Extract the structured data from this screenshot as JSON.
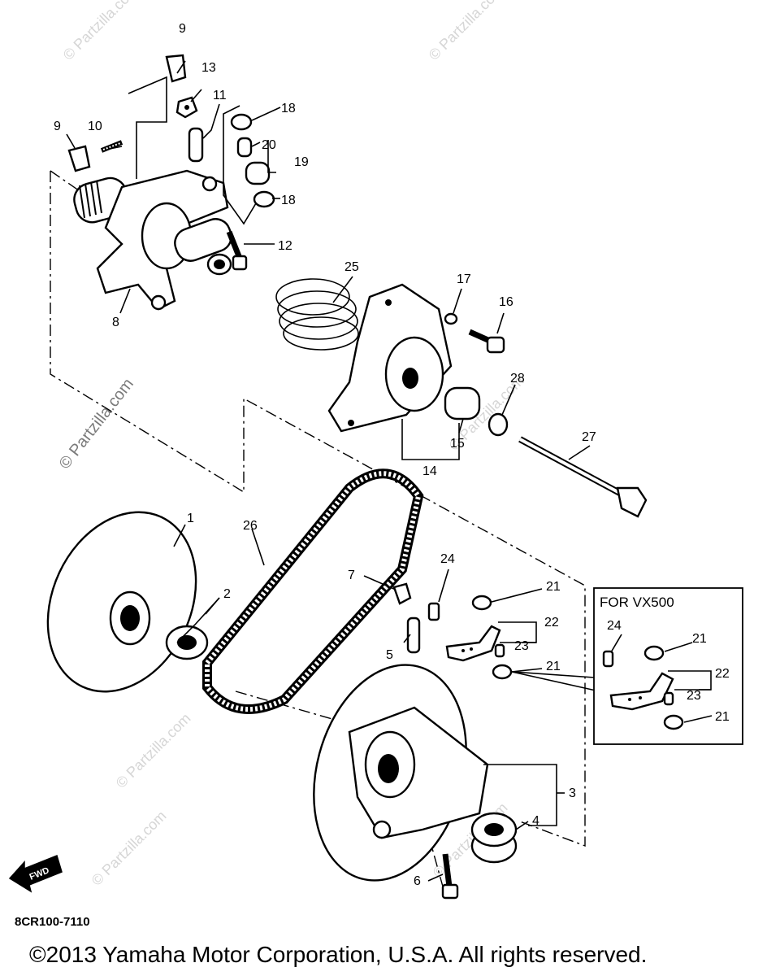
{
  "labels": {
    "n1": "1",
    "n2": "2",
    "n3": "3",
    "n4": "4",
    "n5": "5",
    "n6": "6",
    "n7": "7",
    "n8": "8",
    "n9a": "9",
    "n9b": "9",
    "n10": "10",
    "n11": "11",
    "n12": "12",
    "n13": "13",
    "n14": "14",
    "n15": "15",
    "n16": "16",
    "n17": "17",
    "n18a": "18",
    "n18b": "18",
    "n19": "19",
    "n20": "20",
    "n21a": "21",
    "n21b": "21",
    "n21c": "21",
    "n21d": "21",
    "n22a": "22",
    "n22b": "22",
    "n23a": "23",
    "n23b": "23",
    "n24a": "24",
    "n24b": "24",
    "n25": "25",
    "n26": "26",
    "n27": "27",
    "n28": "28"
  },
  "inset_box": {
    "title": "FOR VX500"
  },
  "fwd_label": "FWD",
  "diagram_code": "8CR100-7110",
  "watermark": "© Partzilla.com",
  "copyright": "©2013  Yamaha Motor Corporation, U.S.A. All rights reserved."
}
